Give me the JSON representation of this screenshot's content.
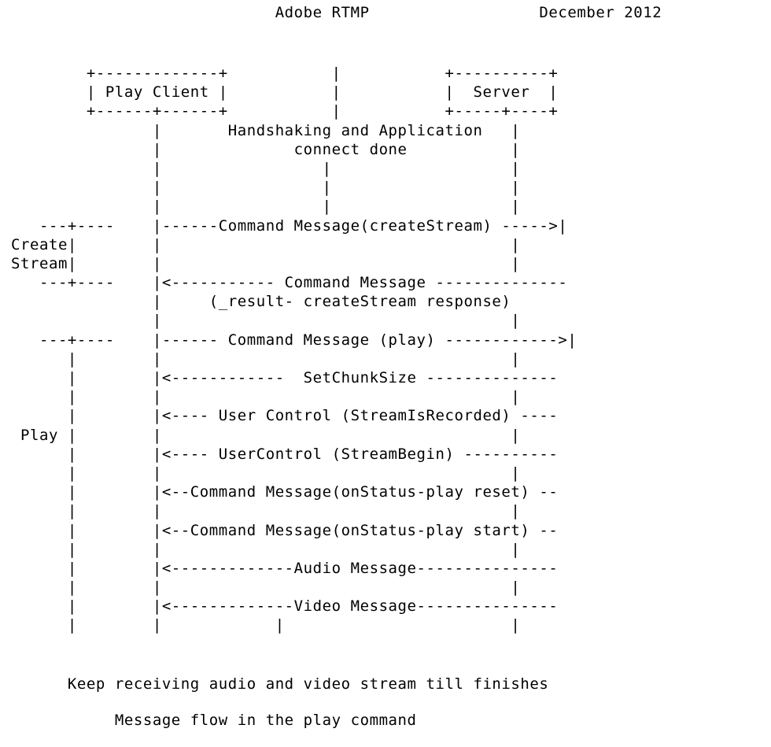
{
  "document": {
    "kind": "ascii-art-sequence-diagram",
    "header": {
      "left_title": "Adobe RTMP",
      "right_date": "December 2012",
      "line": "                            Adobe RTMP                  December 2012"
    },
    "participants": [
      {
        "name": "Play Client",
        "box_top": "+-------------+",
        "box_mid": "| Play Client |",
        "box_bottom": "+------+------+"
      },
      {
        "name": "Server",
        "box_top": "+----------+",
        "box_mid": "|  Server  |",
        "box_bottom": "+-----+----+"
      }
    ],
    "notes": [
      "Handshaking and Application",
      "connect done"
    ],
    "brackets": [
      {
        "label_lines": [
          "Create",
          "Stream"
        ],
        "marker": "---+----"
      },
      {
        "label_lines": [
          "Play"
        ],
        "marker": "---+----"
      }
    ],
    "messages": [
      {
        "direction": "right",
        "text": "Command Message(createStream)",
        "line": "------Command Message(createStream) ----->"
      },
      {
        "direction": "left",
        "text": "Command Message",
        "line": "<----------- Command Message --------------"
      },
      {
        "direction": "none",
        "text": "(_result- createStream response)",
        "line": "(_result- createStream response)"
      },
      {
        "direction": "right",
        "text": "Command Message (play)",
        "line": "------ Command Message (play) ------------>"
      },
      {
        "direction": "left",
        "text": "SetChunkSize",
        "line": "<------------  SetChunkSize --------------"
      },
      {
        "direction": "left",
        "text": "User Control (StreamIsRecorded)",
        "line": "<---- User Control (StreamIsRecorded) ----"
      },
      {
        "direction": "left",
        "text": "UserControl (StreamBegin)",
        "line": "<---- UserControl (StreamBegin) ----------"
      },
      {
        "direction": "left",
        "text": "Command Message(onStatus-play reset)",
        "line": "<--Command Message(onStatus-play reset) --"
      },
      {
        "direction": "left",
        "text": "Command Message(onStatus-play start)",
        "line": "<--Command Message(onStatus-play start) --"
      },
      {
        "direction": "left",
        "text": "Audio Message",
        "line": "<-------------Audio Message---------------"
      },
      {
        "direction": "left",
        "text": "Video Message",
        "line": "<-------------Video Message---------------"
      }
    ],
    "footer_note": "Keep receiving audio and video stream till finishes",
    "caption": "Message flow in the play command",
    "art_rows": [
      "        +-------------+           |           +----------+",
      "        | Play Client |           |           |  Server  |",
      "        +------+------+           |           +-----+----+",
      "               |       Handshaking and Application   |",
      "               |              connect done           |",
      "               |                 |                   |",
      "               |                 |                   |",
      "               |                 |                   |",
      "   ---+----    |------Command Message(createStream) ----->|",
      "Create|        |                                     |",
      "Stream|        |                                     |",
      "   ---+----    |<----------- Command Message --------------",
      "               |     (_result- createStream response)",
      "               |                                     |",
      "   ---+----    |------ Command Message (play) ------------>|",
      "      |        |                                     |",
      "      |        |<------------  SetChunkSize --------------",
      "      |        |                                     |",
      "      |        |<---- User Control (StreamIsRecorded) ----",
      " Play |        |                                     |",
      "      |        |<---- UserControl (StreamBegin) ----------",
      "      |        |                                     |",
      "      |        |<--Command Message(onStatus-play reset) --",
      "      |        |                                     |",
      "      |        |<--Command Message(onStatus-play start) --",
      "      |        |                                     |",
      "      |        |<-------------Audio Message---------------",
      "      |        |                                     |",
      "      |        |<-------------Video Message---------------",
      "      |        |            |                        |"
    ],
    "caption_rows": [
      "      Keep receiving audio and video stream till finishes",
      "           Message flow in the play command"
    ],
    "colors": {
      "background": "#ffffff",
      "text": "#000000"
    }
  }
}
